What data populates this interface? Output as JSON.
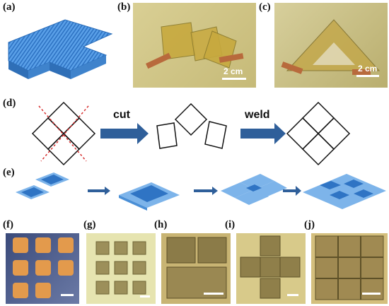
{
  "panels": {
    "a": "(a)",
    "b": "(b)",
    "c": "(c)",
    "d": "(d)",
    "e": "(e)",
    "f": "(f)",
    "g": "(g)",
    "h": "(h)",
    "i": "(i)",
    "j": "(j)"
  },
  "scale_b": "2 cm",
  "scale_c": "2 cm",
  "step_cut": "cut",
  "step_weld": "weld",
  "colors": {
    "device_blue": "#3b86d6",
    "film_amber": "#c9b45a",
    "arrow_blue": "#2f5f9a",
    "cut_line_red": "#d62b2b"
  }
}
